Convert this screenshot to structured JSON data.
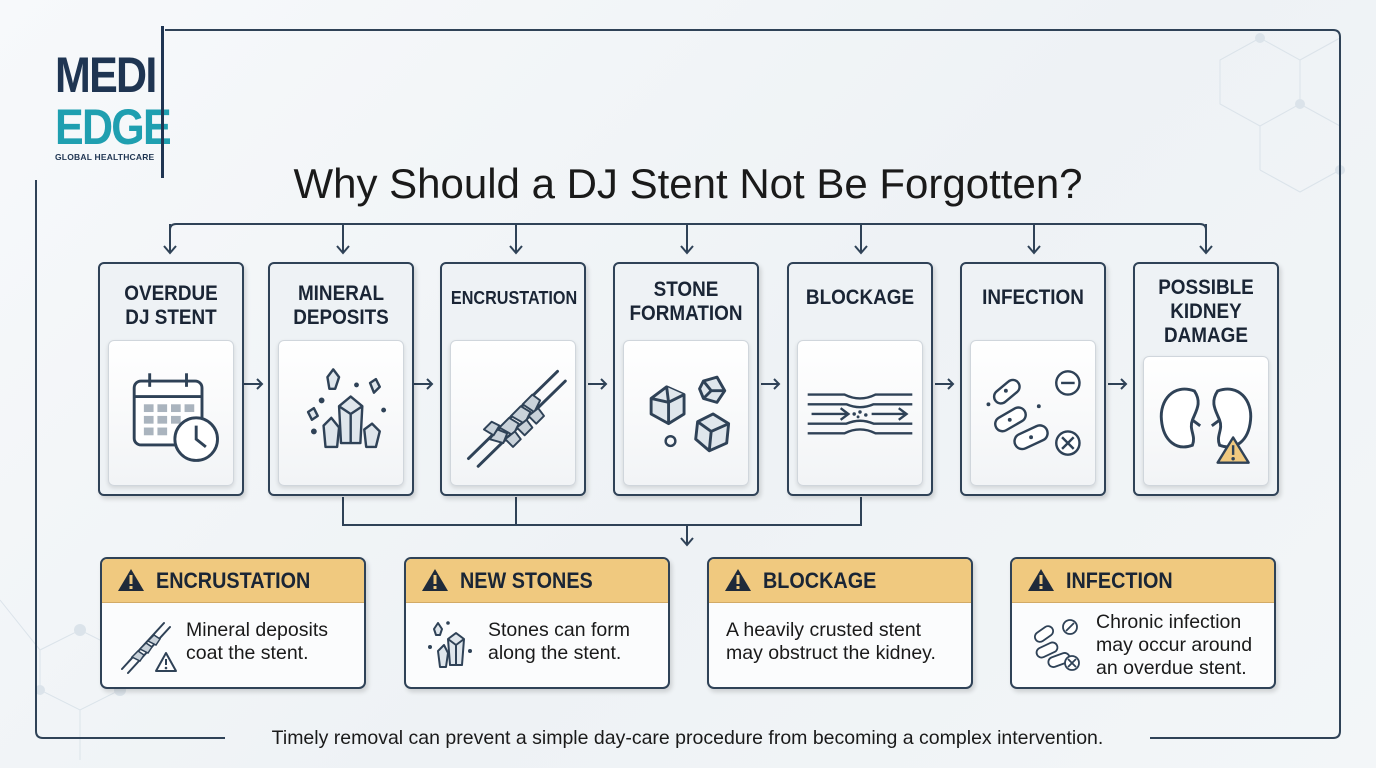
{
  "brand": {
    "line1": "MEDI",
    "line2": "EDGE",
    "tagline": "GLOBAL HEALTHCARE",
    "primary_color": "#1f3552",
    "accent_color": "#1f9fb0"
  },
  "title": "Why Should a DJ Stent Not Be Forgotten?",
  "stages": [
    {
      "title": "OVERDUE\nDJ STENT",
      "icon": "calendar-clock-icon"
    },
    {
      "title": "MINERAL\nDEPOSITS",
      "icon": "crystals-icon"
    },
    {
      "title": "ENCRUSTATION",
      "icon": "encrusted-stent-icon"
    },
    {
      "title": "STONE\nFORMATION",
      "icon": "stones-icon"
    },
    {
      "title": "BLOCKAGE",
      "icon": "blocked-flow-icon"
    },
    {
      "title": "INFECTION",
      "icon": "bacteria-icon"
    },
    {
      "title": "POSSIBLE\nKIDNEY\nDAMAGE",
      "icon": "kidney-warning-icon"
    }
  ],
  "warnings": [
    {
      "title": "ENCRUSTATION",
      "text": "Mineral deposits\ncoat the stent.",
      "icon": "encrusted-stent-warning-icon"
    },
    {
      "title": "NEW STONES",
      "text": "Stones can form\nalong the stent.",
      "icon": "crystals-icon"
    },
    {
      "title": "BLOCKAGE",
      "text": "A heavily crusted stent\nmay obstruct the kidney.",
      "icon": ""
    },
    {
      "title": "INFECTION",
      "text": "Chronic infection\nmay occur around\nan overdue stent.",
      "icon": "bacteria-icon"
    }
  ],
  "footer": "Timely removal can prevent a simple day-care procedure from becoming a complex intervention.",
  "colors": {
    "ink": "#2f4257",
    "warning_header": "#f0c97f",
    "card_background": "#eef2f5"
  }
}
